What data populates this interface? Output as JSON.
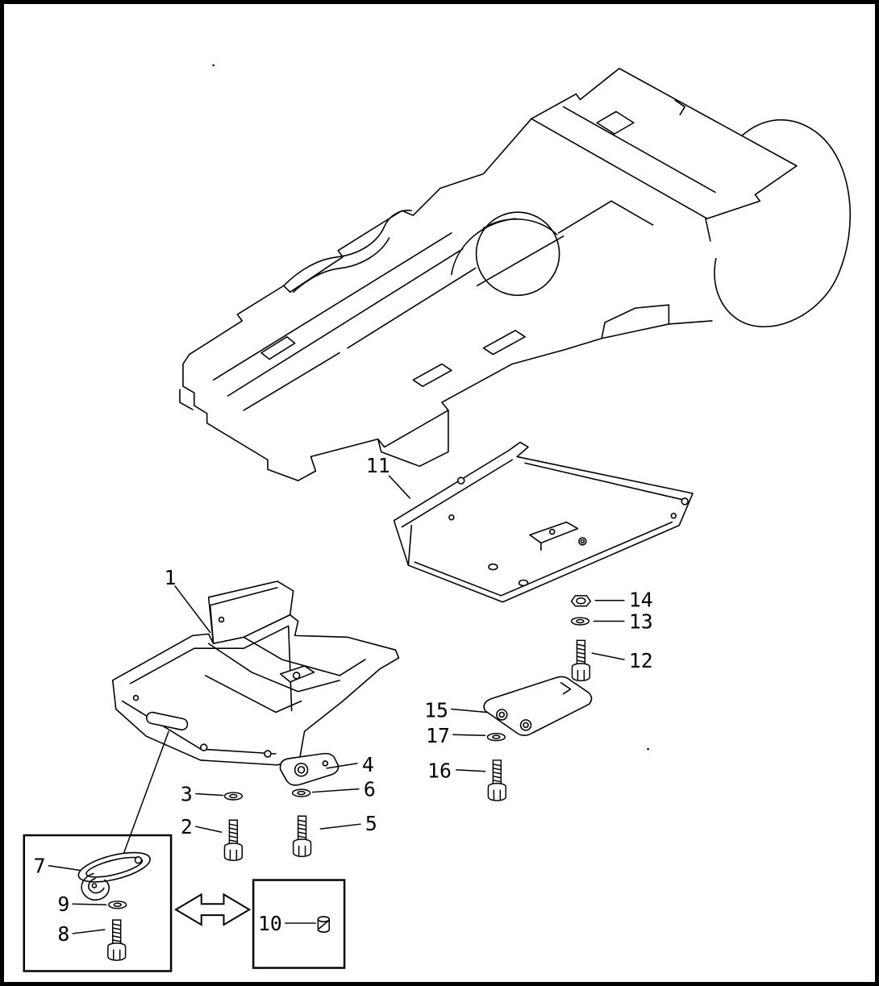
{
  "figure": {
    "kind": "exploded-parts-diagram",
    "ink": "#000000",
    "paper": "#ffffff"
  },
  "callouts": {
    "n1": "1",
    "n2": "2",
    "n3": "3",
    "n4": "4",
    "n5": "5",
    "n6": "6",
    "n7": "7",
    "n8": "8",
    "n9": "9",
    "n10": "10",
    "n11": "11",
    "n12": "12",
    "n13": "13",
    "n14": "14",
    "n15": "15",
    "n16": "16",
    "n17": "17"
  }
}
